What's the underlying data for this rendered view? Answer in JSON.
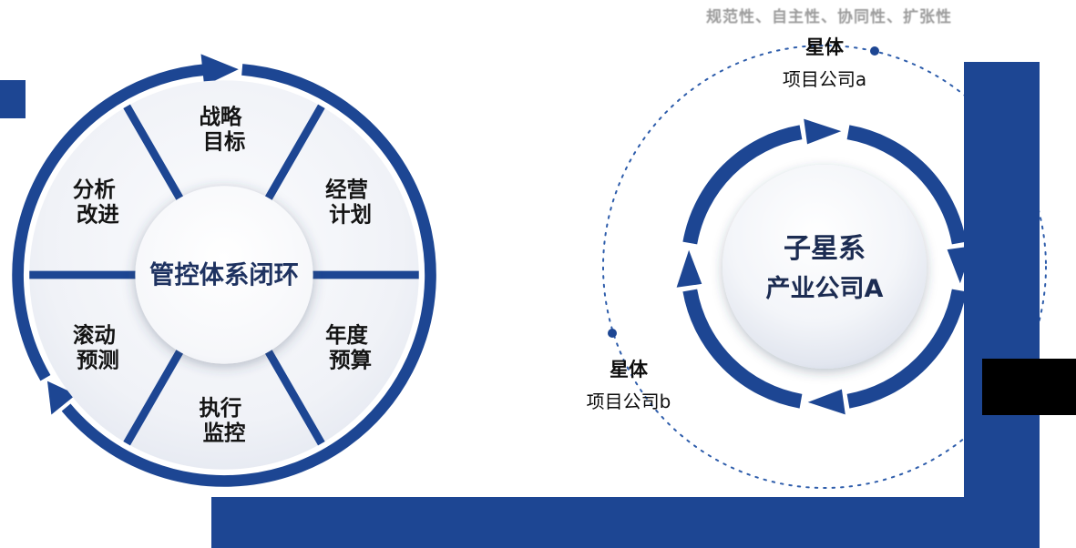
{
  "left_wheel": {
    "center_label": "管控体系闭环",
    "sectors": [
      {
        "line1": "战略",
        "line2": "目标"
      },
      {
        "line1": "经营",
        "line2": "计划"
      },
      {
        "line1": "年度",
        "line2": "预算"
      },
      {
        "line1": "执行",
        "line2": "监控"
      },
      {
        "line1": "滚动",
        "line2": "预测"
      },
      {
        "line1": "分析",
        "line2": "改进"
      }
    ]
  },
  "star_system": {
    "header_note": "规范性、自主性、协同性、扩张性",
    "center": {
      "title": "子星系",
      "name": "产业公司A"
    },
    "satellite_top": {
      "role": "星体",
      "name": "项目公司a"
    },
    "satellite_bottom": {
      "role": "星体",
      "name": "项目公司b"
    }
  },
  "colors": {
    "primary_navy": "#1d4693",
    "orbit_blue": "#2e5dab",
    "note_gray": "#9b9b9b",
    "label_black": "#0d0d0d",
    "black_block": "#000000"
  }
}
